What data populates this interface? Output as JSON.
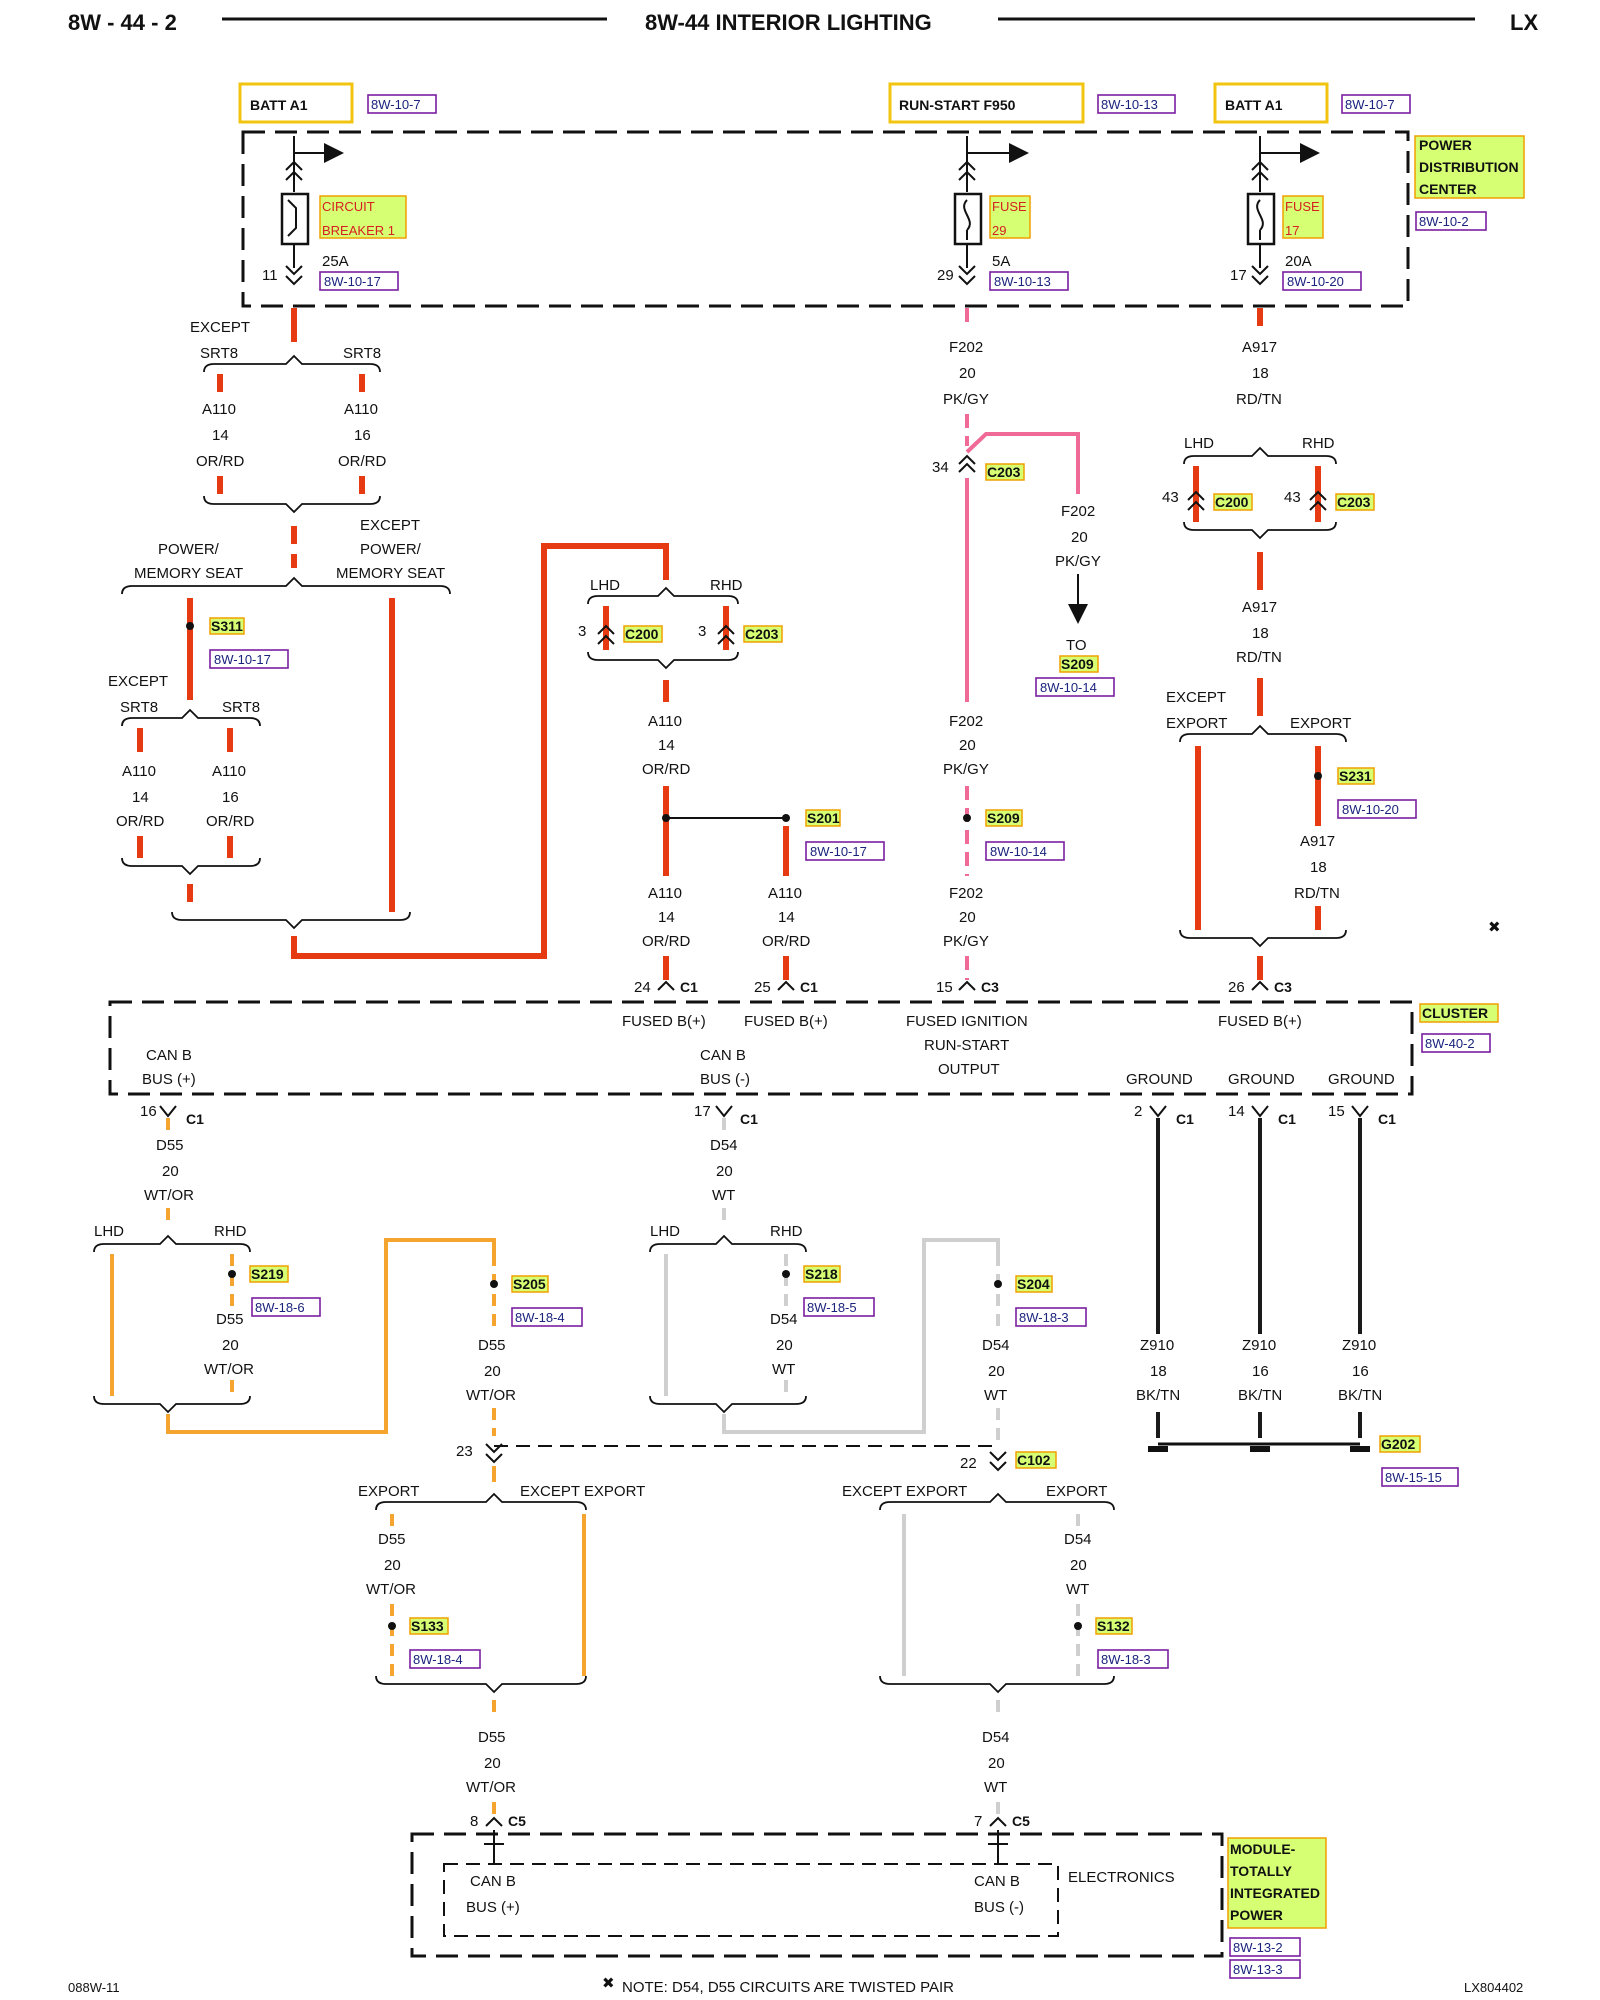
{
  "page_header": {
    "left": "8W - 44 - 2",
    "center": "8W-44 INTERIOR LIGHTING",
    "right": "LX"
  },
  "footer": {
    "left": "088W-11",
    "note": "NOTE:  D54, D55   CIRCUITS ARE TWISTED PAIR",
    "right": "LX804402",
    "twist_mark": "✖"
  },
  "power_sources": [
    {
      "label": "BATT A1",
      "ref": "8W-10-7"
    },
    {
      "label": "RUN-START F950",
      "ref": "8W-10-13"
    },
    {
      "label": "BATT A1",
      "ref": "8W-10-7"
    }
  ],
  "pdc": {
    "line1": "POWER",
    "line2": "DISTRIBUTION",
    "line3": "CENTER",
    "ref": "8W-10-2"
  },
  "fuses": [
    {
      "name1": "CIRCUIT",
      "name2": "BREAKER 1",
      "amps": "25A",
      "cavity": "11",
      "ref": "8W-10-17"
    },
    {
      "name1": "FUSE",
      "name2": "29",
      "amps": "5A",
      "cavity": "29",
      "ref": "8W-10-13"
    },
    {
      "name1": "FUSE",
      "name2": "17",
      "amps": "20A",
      "cavity": "17",
      "ref": "8W-10-20"
    }
  ],
  "wires": {
    "a110_14": [
      "A110",
      "14",
      "OR/RD"
    ],
    "a110_16": [
      "A110",
      "16",
      "OR/RD"
    ],
    "f202": [
      "F202",
      "20",
      "PK/GY"
    ],
    "a917": [
      "A917",
      "18",
      "RD/TN"
    ],
    "d55": [
      "D55",
      "20",
      "WT/OR"
    ],
    "d54": [
      "D54",
      "20",
      "WT"
    ],
    "z910_18": [
      "Z910",
      "18",
      "BK/TN"
    ],
    "z910_16": [
      "Z910",
      "16",
      "BK/TN"
    ]
  },
  "branch_labels": {
    "except": "EXCEPT",
    "srt8": "SRT8",
    "power": "POWER/",
    "memory_seat": "MEMORY SEAT",
    "lhd": "LHD",
    "rhd": "RHD",
    "export": "EXPORT",
    "except_export": "EXCEPT EXPORT",
    "to": "TO"
  },
  "connectors": {
    "c200": "C200",
    "c203": "C203",
    "c1": "C1",
    "c3": "C3",
    "c5": "C5",
    "c102": "C102",
    "pin_3": "3",
    "pin_34": "34",
    "pin_43": "43",
    "pin_24": "24",
    "pin_25": "25",
    "pin_15": "15",
    "pin_26": "26",
    "pin_16": "16",
    "pin_17": "17",
    "pin_2": "2",
    "pin_14": "14",
    "pin_23": "23",
    "pin_22": "22",
    "pin_8": "8",
    "pin_7": "7"
  },
  "splices": {
    "s311": {
      "name": "S311",
      "ref": "8W-10-17"
    },
    "s201": {
      "name": "S201",
      "ref": "8W-10-17"
    },
    "s209": {
      "name": "S209",
      "ref": "8W-10-14"
    },
    "s231": {
      "name": "S231",
      "ref": "8W-10-20"
    },
    "s219": {
      "name": "S219",
      "ref": "8W-18-6"
    },
    "s205": {
      "name": "S205",
      "ref": "8W-18-4"
    },
    "s218": {
      "name": "S218",
      "ref": "8W-18-5"
    },
    "s204": {
      "name": "S204",
      "ref": "8W-18-3"
    },
    "s133": {
      "name": "S133",
      "ref": "8W-18-4"
    },
    "s132": {
      "name": "S132",
      "ref": "8W-18-3"
    },
    "g202": {
      "name": "G202",
      "ref": "8W-15-15"
    }
  },
  "cluster": {
    "name": "CLUSTER",
    "ref": "8W-40-2",
    "fused_b": "FUSED B(+)",
    "fused_ign_1": "FUSED IGNITION",
    "fused_ign_2": "RUN-START",
    "fused_ign_3": "OUTPUT",
    "can_b": "CAN B",
    "bus_pos": "BUS (+)",
    "bus_neg": "BUS (-)",
    "ground": "GROUND"
  },
  "tipm": {
    "line1": "MODULE-",
    "line2": "TOTALLY",
    "line3": "INTEGRATED",
    "line4": "POWER",
    "ref1": "8W-13-2",
    "ref2": "8W-13-3",
    "electronics": "ELECTRONICS"
  }
}
